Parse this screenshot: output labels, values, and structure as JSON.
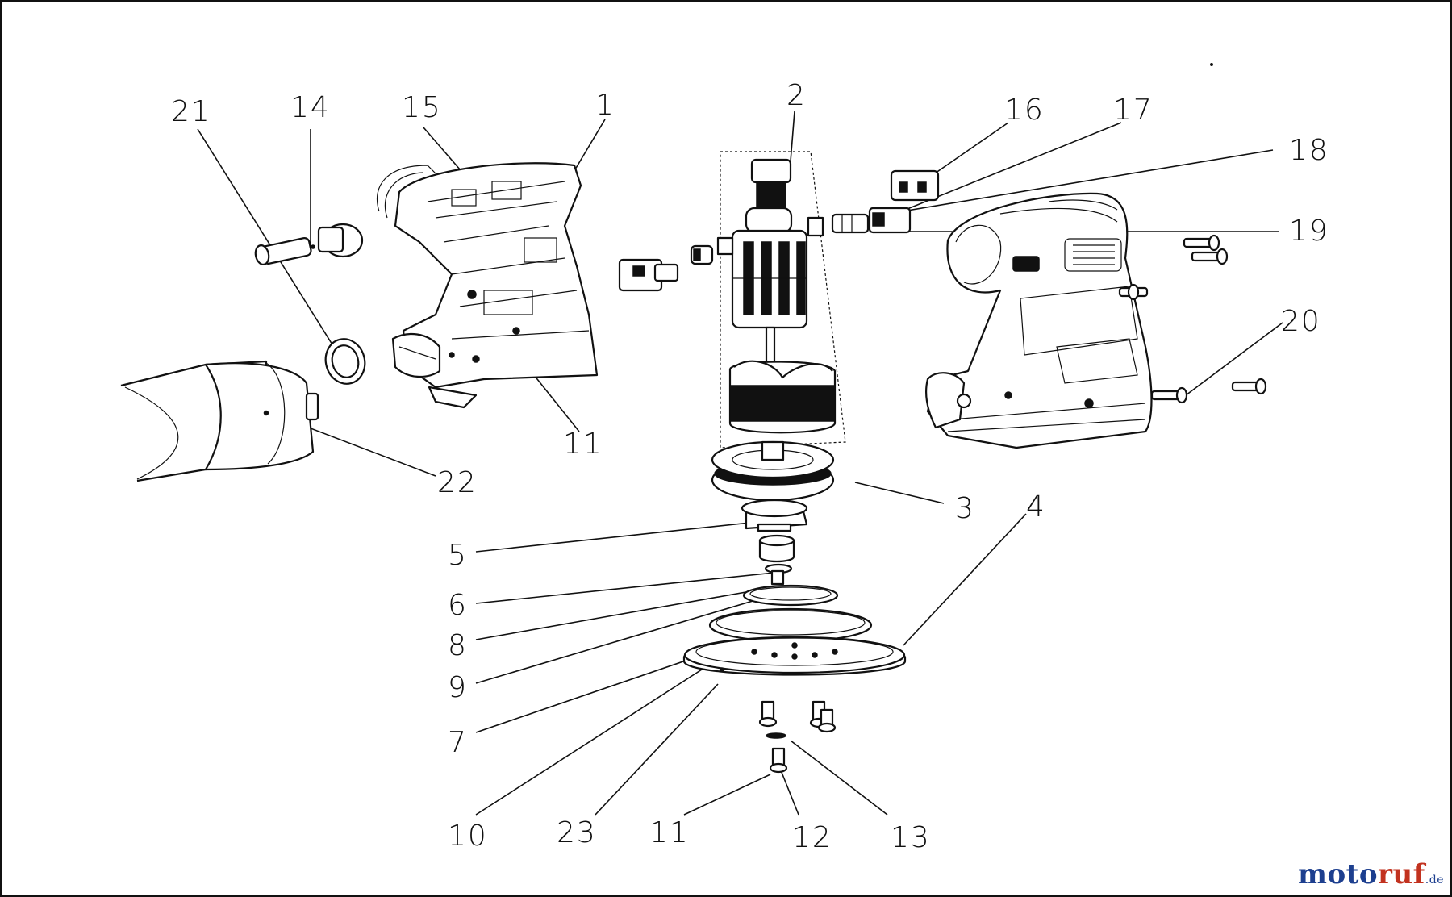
{
  "diagram": {
    "callouts": [
      {
        "id": "c21",
        "label": "21"
      },
      {
        "id": "c14",
        "label": "14"
      },
      {
        "id": "c15",
        "label": "15"
      },
      {
        "id": "c1",
        "label": "1"
      },
      {
        "id": "c2",
        "label": "2"
      },
      {
        "id": "c16",
        "label": "16"
      },
      {
        "id": "c17",
        "label": "17"
      },
      {
        "id": "c18",
        "label": "18"
      },
      {
        "id": "c19",
        "label": "19"
      },
      {
        "id": "c20",
        "label": "20"
      },
      {
        "id": "c11a",
        "label": "11"
      },
      {
        "id": "c22",
        "label": "22"
      },
      {
        "id": "c3",
        "label": "3"
      },
      {
        "id": "c4",
        "label": "4"
      },
      {
        "id": "c5",
        "label": "5"
      },
      {
        "id": "c6",
        "label": "6"
      },
      {
        "id": "c8",
        "label": "8"
      },
      {
        "id": "c9",
        "label": "9"
      },
      {
        "id": "c7",
        "label": "7"
      },
      {
        "id": "c10",
        "label": "10"
      },
      {
        "id": "c23",
        "label": "23"
      },
      {
        "id": "c11b",
        "label": "11"
      },
      {
        "id": "c12",
        "label": "12"
      },
      {
        "id": "c13",
        "label": "13"
      }
    ]
  },
  "watermark": {
    "brand_part1": "moto",
    "brand_part2": "ruf",
    "tld": ".de",
    "colors": {
      "blue": "#1d3f8f",
      "red": "#c2321f"
    }
  }
}
